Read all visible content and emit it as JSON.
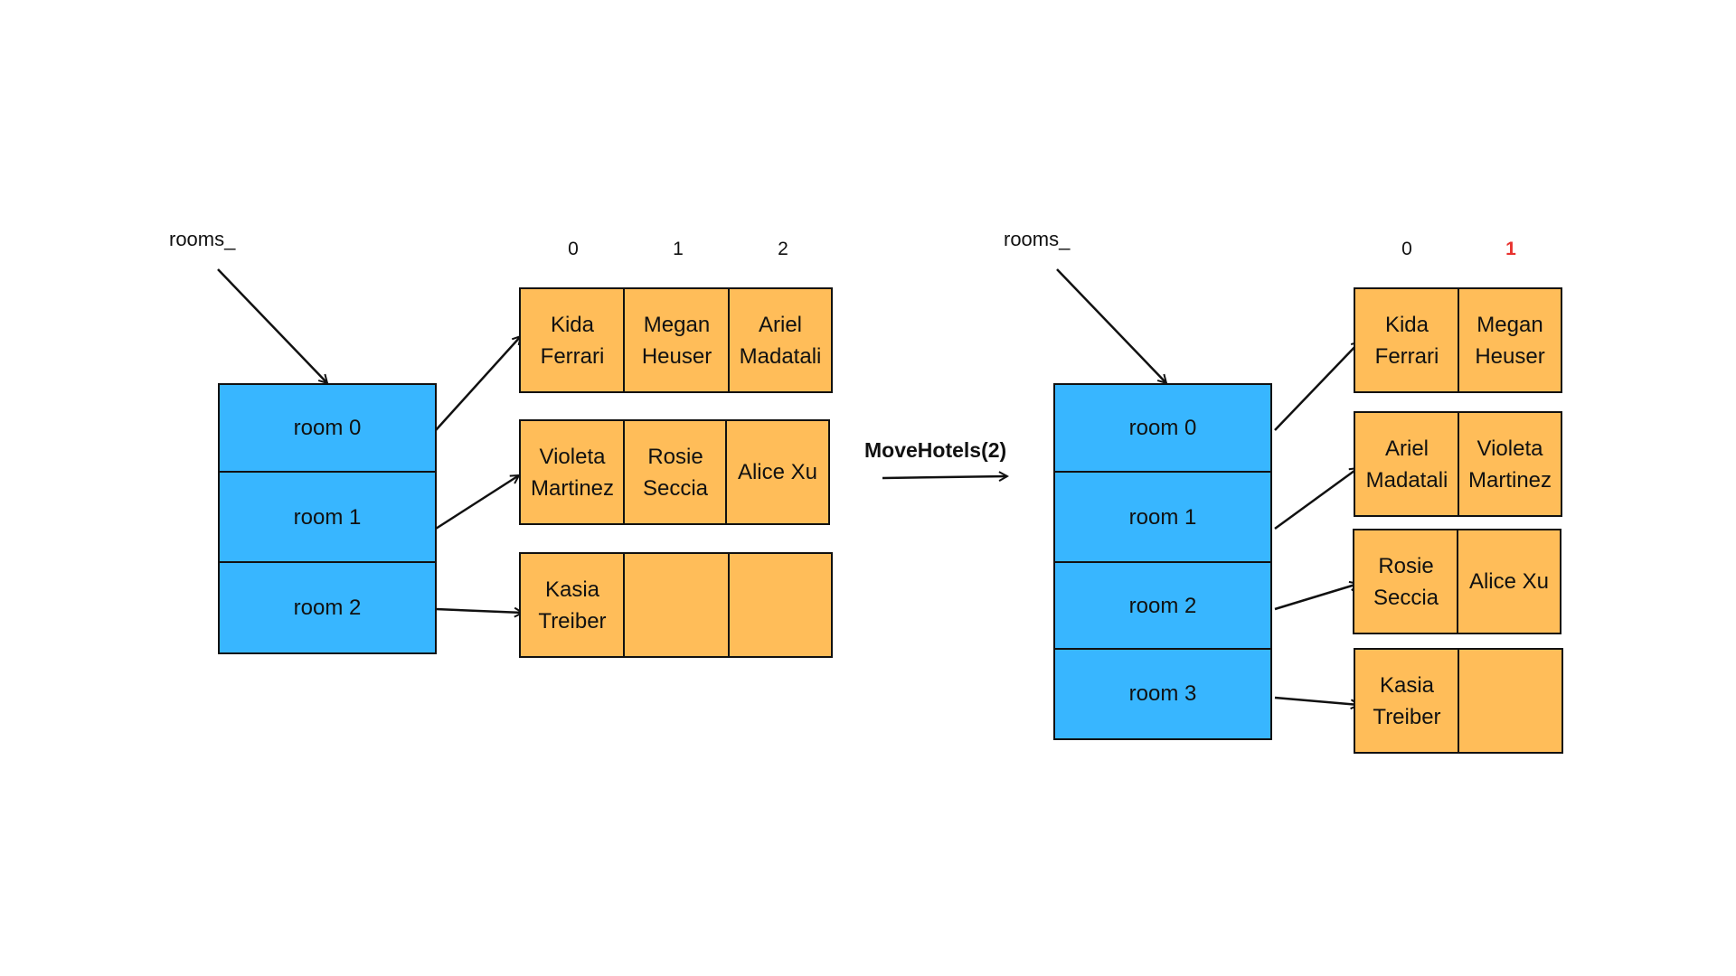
{
  "left": {
    "pointer_label": "rooms_",
    "indices": [
      "0",
      "1",
      "2"
    ],
    "rooms": [
      "room 0",
      "room 1",
      "room 2"
    ],
    "rows": [
      [
        "Kida\nFerrari",
        "Megan\nHeuser",
        "Ariel\nMadatali"
      ],
      [
        "Violeta\nMartinez",
        "Rosie\nSeccia",
        "Alice Xu"
      ],
      [
        "Kasia\nTreiber",
        "",
        ""
      ]
    ]
  },
  "operation": "MoveHotels(2)",
  "right": {
    "pointer_label": "rooms_",
    "indices": [
      "0",
      "1"
    ],
    "highlight_index_color": "#e8322f",
    "rooms": [
      "room 0",
      "room 1",
      "room 2",
      "room 3"
    ],
    "rows": [
      [
        "Kida\nFerrari",
        "Megan\nHeuser"
      ],
      [
        "Ariel\nMadatali",
        "Violeta\nMartinez"
      ],
      [
        "Rosie\nSeccia",
        "Alice Xu"
      ],
      [
        "Kasia\nTreiber",
        ""
      ]
    ]
  },
  "colors": {
    "room": "#38b6ff",
    "cell": "#ffbd59",
    "line": "#111111"
  }
}
